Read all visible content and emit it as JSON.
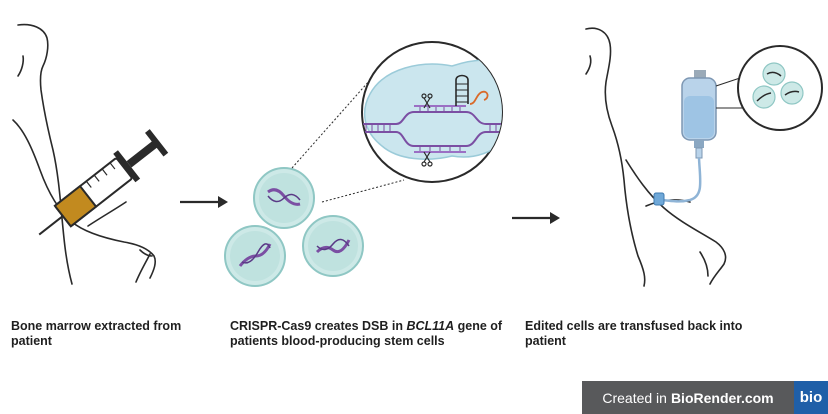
{
  "captions": {
    "step1": "Bone marrow extracted from patient",
    "step2_before": "CRISPR-Cas9 creates DSB in ",
    "step2_gene": "BCL11A",
    "step2_after": " gene of patients blood-producing stem cells",
    "step3": "Edited cells are transfused back into patient"
  },
  "badge": {
    "prefix": "Created in",
    "brand": "BioRender.com",
    "logo": "bio"
  },
  "colors": {
    "outline": "#2a2a2a",
    "cell_fill": "#cde9e7",
    "cell_stroke": "#8fc7c4",
    "dna": "#7b4fa3",
    "syringe_fill": "#c28a1f",
    "iv_bag": "#b9d3ea",
    "badge_bg": "#58595b",
    "badge_logo": "#1f5fa8"
  },
  "icons": [
    "patient-silhouette-icon",
    "syringe-icon",
    "arrow-right-icon",
    "stem-cell-icon",
    "dna-strand-icon",
    "crispr-cas9-complex-icon",
    "guide-rna-icon",
    "magnifier-circle-icon",
    "iv-bag-icon"
  ]
}
